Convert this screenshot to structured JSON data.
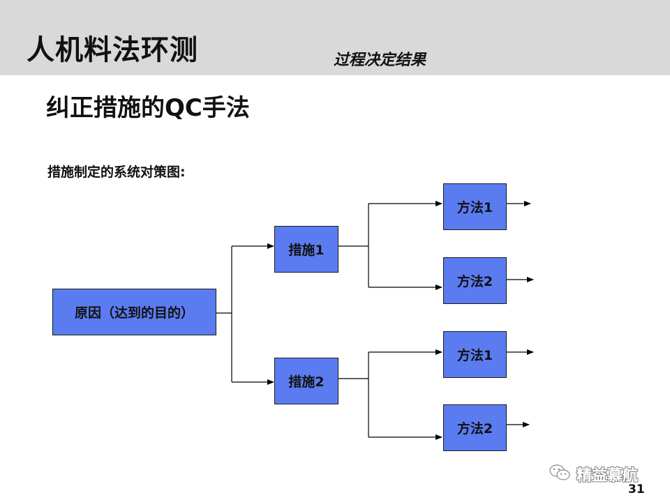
{
  "header": {
    "title": "人机料法环测",
    "subtitle": "过程决定结果"
  },
  "section_title": "纠正措施的QC手法",
  "diagram": {
    "label": "措施制定的系统对策图:",
    "root": "原因（达到的目的）",
    "measures": [
      {
        "label": "措施1",
        "methods": [
          "方法1",
          "方法2"
        ]
      },
      {
        "label": "措施2",
        "methods": [
          "方法1",
          "方法2"
        ]
      }
    ],
    "node_color": "#5b7cf0"
  },
  "watermark": {
    "text": "精益慕航",
    "icon": "wechat-icon"
  },
  "page_number": "31"
}
